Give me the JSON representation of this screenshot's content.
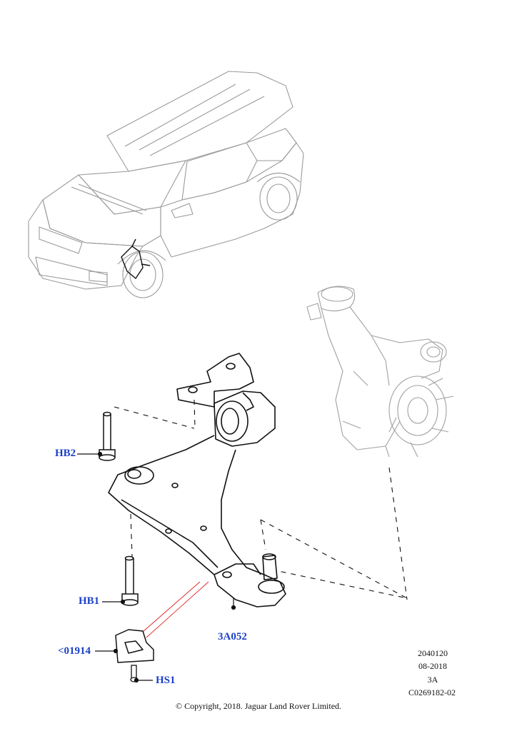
{
  "callouts": {
    "hb2": "HB2",
    "hb1": "HB1",
    "part_3a052": "3A052",
    "part_01914": "<01914",
    "hs1": "HS1"
  },
  "footer_meta": {
    "code": "2040120",
    "date": "08-2018",
    "rev": "3A",
    "illustration_id": "C0269182-02"
  },
  "copyright": "© Copyright, 2018. Jaguar Land Rover Limited.",
  "colors": {
    "callout": "#1a3fc8",
    "line": "#111111",
    "ghost": "#9a9a9a",
    "highlight": "#e02020"
  }
}
